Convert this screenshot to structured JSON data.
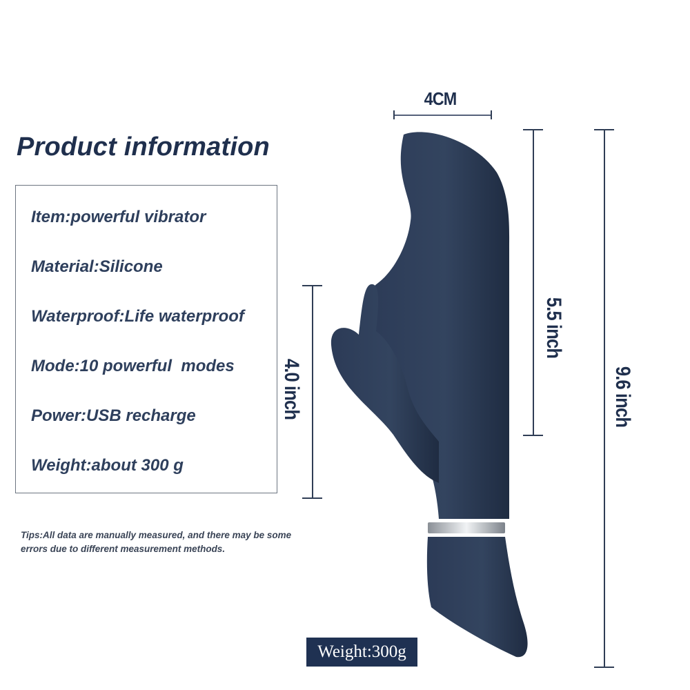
{
  "title": "Product information",
  "info": {
    "rows": [
      "Item:powerful vibrator",
      "Material:Silicone",
      "Waterproof:Life waterproof",
      "Mode:10 powerful  modes",
      "Power:USB recharge",
      "Weight:about 300 g"
    ]
  },
  "tips": "Tips:All data are manually measured, and there may be some errors due to different measurement methods.",
  "dimensions": {
    "width": "4CM",
    "shaft_length": "5.5 inch",
    "arm_length": "4.0 inch",
    "total_length": "9.6 inch"
  },
  "weight_badge": "Weight:300g",
  "colors": {
    "text_navy": "#1f2f4d",
    "product_navy": "#2b3a55",
    "badge_bg": "#1f3152"
  }
}
